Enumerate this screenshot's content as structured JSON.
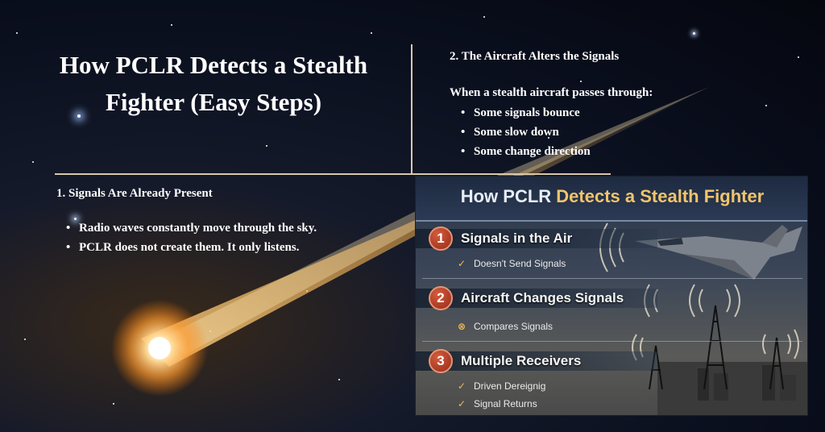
{
  "main_title": "How PCLR Detects a Stealth Fighter (Easy Steps)",
  "step1": {
    "heading": "1. Signals Are Already Present",
    "bullets": [
      "Radio waves constantly move through the sky.",
      "PCLR does not create them. It only listens."
    ]
  },
  "step2": {
    "heading": "2. The Aircraft Alters the Signals",
    "intro": "When a stealth aircraft passes through:",
    "bullets": [
      "Some signals bounce",
      "Some slow down",
      "Some change direction"
    ]
  },
  "infographic": {
    "title_main": "How PCLR ",
    "title_accent": "Detects a Stealth Fighter",
    "steps": [
      {
        "number": "1",
        "label": "Signals in the Air",
        "subs": [
          "Doesn't Send Signals"
        ]
      },
      {
        "number": "2",
        "label": "Aircraft Changes Signals",
        "subs": [
          "Compares Signals"
        ]
      },
      {
        "number": "3",
        "label": "Multiple Receivers",
        "subs": [
          "Driven Dereignig",
          "Signal Returns"
        ]
      }
    ],
    "colors": {
      "accent": "#f2c46a",
      "badge": "#b8412a"
    }
  },
  "bullet_glyph": "•"
}
